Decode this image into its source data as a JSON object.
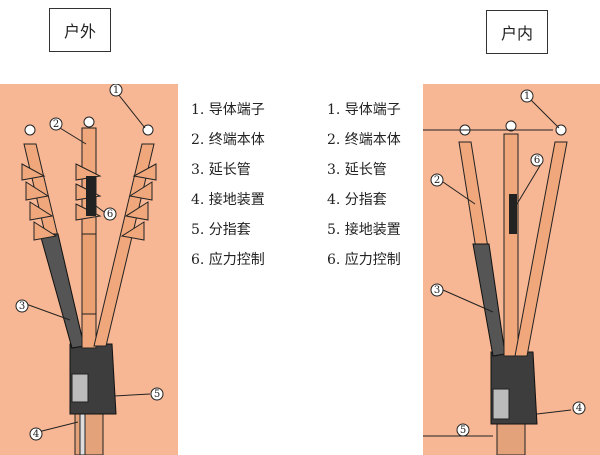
{
  "outdoor": {
    "title": "户外",
    "legend": [
      "1. 导体端子",
      "2. 终端本体",
      "3. 延长管",
      "4. 接地装置",
      "5. 分指套",
      "6. 应力控制"
    ],
    "callouts": [
      "1",
      "2",
      "3",
      "4",
      "5",
      "6"
    ]
  },
  "indoor": {
    "title": "户内",
    "legend": [
      "1. 导体端子",
      "2. 终端本体",
      "3. 延长管",
      "4. 分指套",
      "5. 接地装置",
      "6. 应力控制"
    ],
    "callouts": [
      "1",
      "2",
      "3",
      "4",
      "5",
      "6"
    ]
  },
  "colors": {
    "panel_background": "#f7b794",
    "cable_body": "#f0a77c",
    "dark_sleeve": "#3a3a3a"
  }
}
